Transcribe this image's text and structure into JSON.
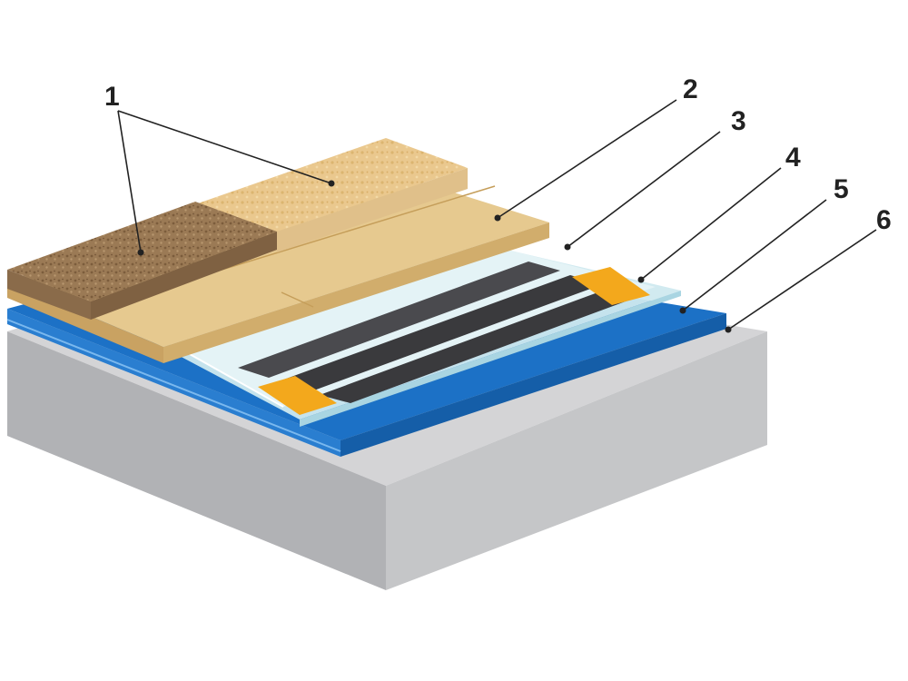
{
  "callouts": [
    {
      "id": "1",
      "label": "1"
    },
    {
      "id": "2",
      "label": "2"
    },
    {
      "id": "3",
      "label": "3"
    },
    {
      "id": "4",
      "label": "4"
    },
    {
      "id": "5",
      "label": "5"
    },
    {
      "id": "6",
      "label": "6"
    }
  ],
  "colors": {
    "concrete_top": "#d4d4d6",
    "concrete_front": "#c5c6c8",
    "concrete_side": "#a9aaad",
    "insulation_blue": "#1c71c6",
    "insulation_blue_light": "#5aa7e6",
    "film_clear": "#cfe9ef",
    "heating_strip": "#3a3a3d",
    "bus_contact": "#f3a81c",
    "laminate": "#e6c98f",
    "laminate_side": "#d1ad6c",
    "tile_brown": "#9b7a55",
    "tile_beige": "#eac88e"
  }
}
